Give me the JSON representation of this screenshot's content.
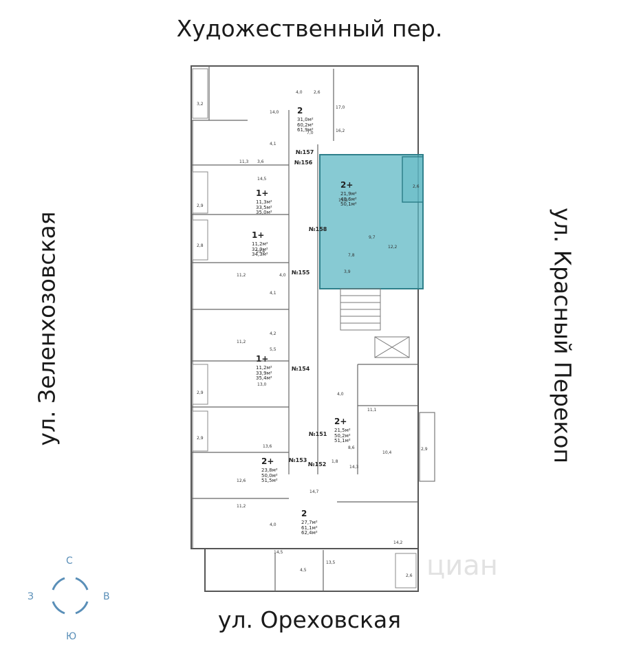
{
  "streets": {
    "top": "Художественный пер.",
    "bottom": "ул. Ореховская",
    "left": "ул. Зеленхозовская",
    "right": "ул. Красный Перекоп"
  },
  "compass": {
    "north": "С",
    "south": "Ю",
    "west": "З",
    "east": "В"
  },
  "watermark": "циан",
  "colors": {
    "highlight": "#5fb8c4",
    "wall": "#555555",
    "compass": "#5a8fb8"
  },
  "apartments": [
    {
      "no": "№157",
      "rooms": "2",
      "areas": [
        "31,0м²",
        "60,2м²",
        "61,9м²"
      ]
    },
    {
      "no": "№156",
      "rooms": "1+",
      "areas": [
        "11,3м²",
        "33,5м²",
        "35,0м²"
      ]
    },
    {
      "no": "№158",
      "rooms": "2+",
      "areas": [
        "21,9м²",
        "48,6м²",
        "50,1м²"
      ],
      "highlighted": true
    },
    {
      "no": "",
      "rooms": "1+",
      "areas": [
        "11,2м²",
        "32,9м²",
        "34,3м²"
      ]
    },
    {
      "no": "№155",
      "rooms": "",
      "areas": []
    },
    {
      "no": "№154",
      "rooms": "1+",
      "areas": [
        "11,2м²",
        "33,9м²",
        "35,4м²"
      ]
    },
    {
      "no": "№151",
      "rooms": "2+",
      "areas": [
        "21,5м²",
        "50,2м²",
        "51,1м²"
      ]
    },
    {
      "no": "№153",
      "rooms": "2+",
      "areas": [
        "23,8м²",
        "50,0м²",
        "51,5м²"
      ]
    },
    {
      "no": "№152",
      "rooms": "2",
      "areas": [
        "27,7м²",
        "61,1м²",
        "62,4м²"
      ]
    }
  ],
  "room_areas": [
    "3,2",
    "4,0",
    "2,6",
    "17,0",
    "14,0",
    "7,0",
    "16,2",
    "4,1",
    "11,3",
    "3,6",
    "14,5",
    "2,6",
    "15,2",
    "2,9",
    "9,7",
    "7,8",
    "12,2",
    "2,8",
    "13,6",
    "3,9",
    "11,2",
    "4,0",
    "4,1",
    "4,2",
    "11,2",
    "5,5",
    "13,0",
    "2,9",
    "4,0",
    "11,1",
    "2,9",
    "13,6",
    "8,6",
    "10,4",
    "2,9",
    "1,8",
    "14,3",
    "12,6",
    "14,7",
    "11,2",
    "4,0",
    "14,2",
    "14,5",
    "4,5",
    "13,5",
    "2,6"
  ]
}
